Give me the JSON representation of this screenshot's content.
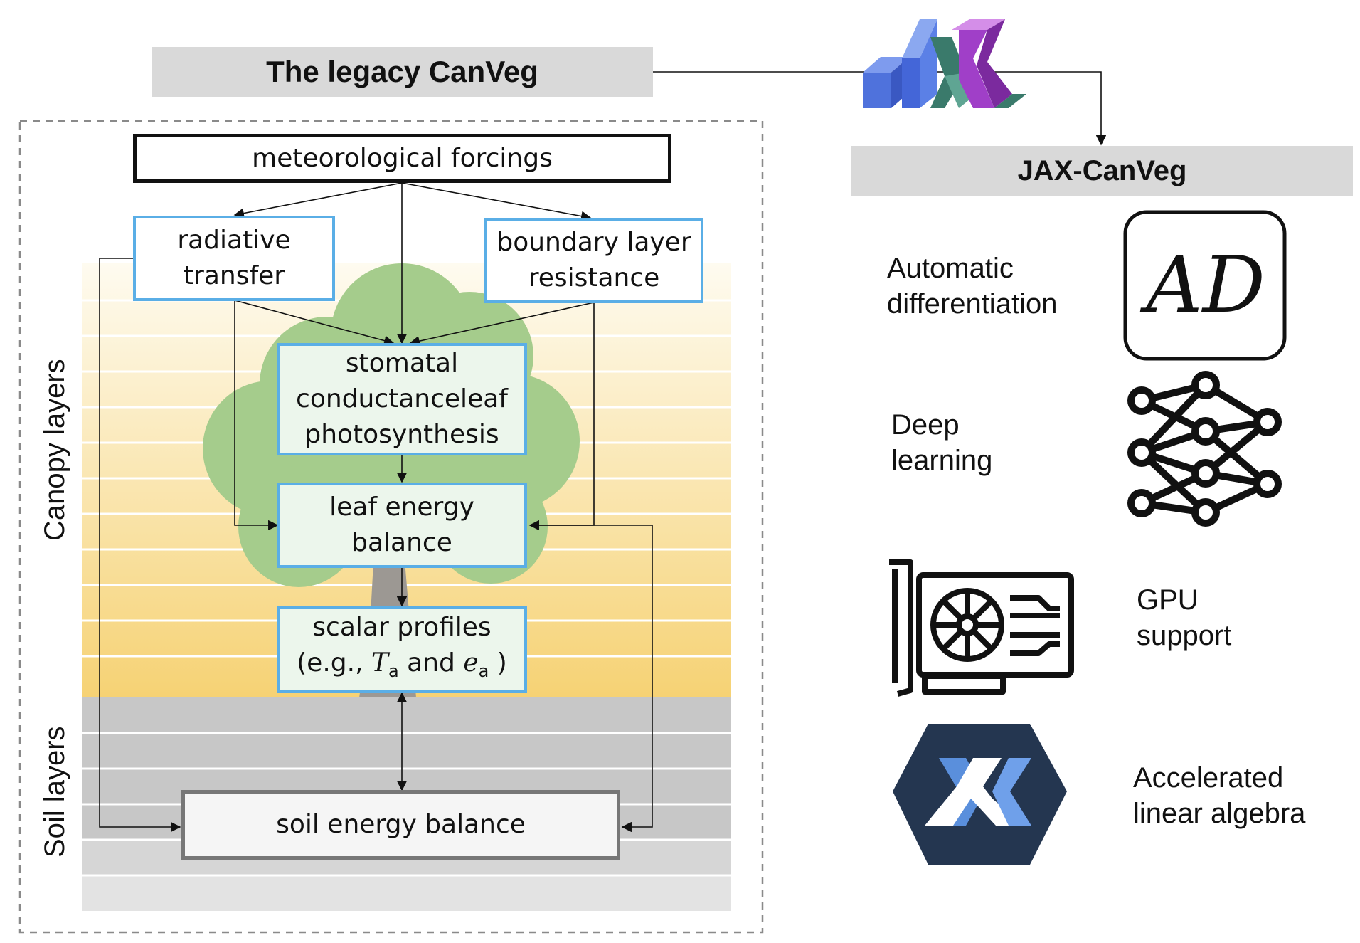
{
  "legacy": {
    "title": "The legacy CanVeg",
    "nodes": {
      "forcings": "meteorological forcings",
      "radiative": [
        "radiative",
        "transfer"
      ],
      "boundary": [
        "boundary layer",
        "resistance"
      ],
      "stomatal": [
        "stomatal",
        "conductanceleaf",
        "photosynthesis"
      ],
      "leaf_energy": [
        "leaf energy",
        "balance"
      ],
      "scalar": [
        "scalar profiles"
      ],
      "soil": "soil energy balance"
    },
    "scalar_formula": {
      "prefix": "(e.g., ",
      "t": "T",
      "sub1": "a",
      "and": " and ",
      "e": "e",
      "sub2": "a",
      "suffix": " )"
    },
    "side_labels": {
      "canopy": "Canopy layers",
      "soil": "Soil layers"
    }
  },
  "jax": {
    "title": "JAX-CanVeg",
    "features": [
      {
        "icon": "autodiff-icon",
        "glyph": "AD",
        "lines": [
          "Automatic",
          "differentiation"
        ]
      },
      {
        "icon": "neural-network-icon",
        "lines": [
          "Deep",
          "learning"
        ]
      },
      {
        "icon": "gpu-icon",
        "lines": [
          "GPU",
          "support"
        ]
      },
      {
        "icon": "xla-icon",
        "lines": [
          "Accelerated",
          "linear algebra"
        ]
      }
    ]
  },
  "colors": {
    "node_border": "#5aaee6",
    "title_bar": "#d9d9d9",
    "canopy_top": "#fdf7e6",
    "canopy_bottom": "#f6d479",
    "soil": "#c7c7c7",
    "tree_green": "#a5cc8c",
    "trunk": "#9c9893",
    "xla_hex": "#243650",
    "jax_blue": "#5b80e6",
    "jax_green": "#3a7a6b",
    "jax_purple": "#a03fc8"
  }
}
